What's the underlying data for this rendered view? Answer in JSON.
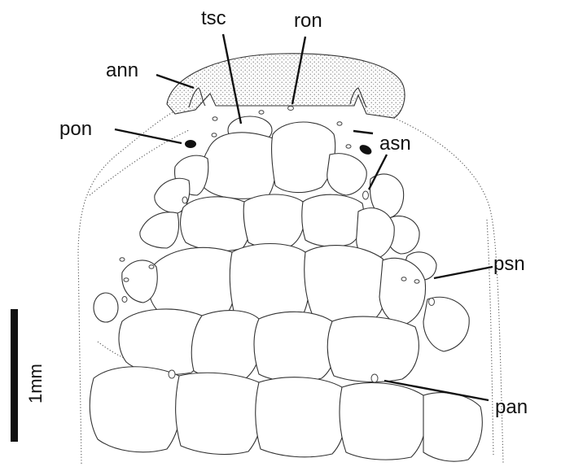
{
  "labels": {
    "tsc": "tsc",
    "ron": "ron",
    "ann": "ann",
    "pon": "pon",
    "asn": "asn",
    "psn": "psn",
    "pan": "pan"
  },
  "scale_bar": {
    "label": "1mm"
  },
  "colors": {
    "ink": "#111111",
    "stipple": "#9a9a9a",
    "background": "#ffffff"
  }
}
